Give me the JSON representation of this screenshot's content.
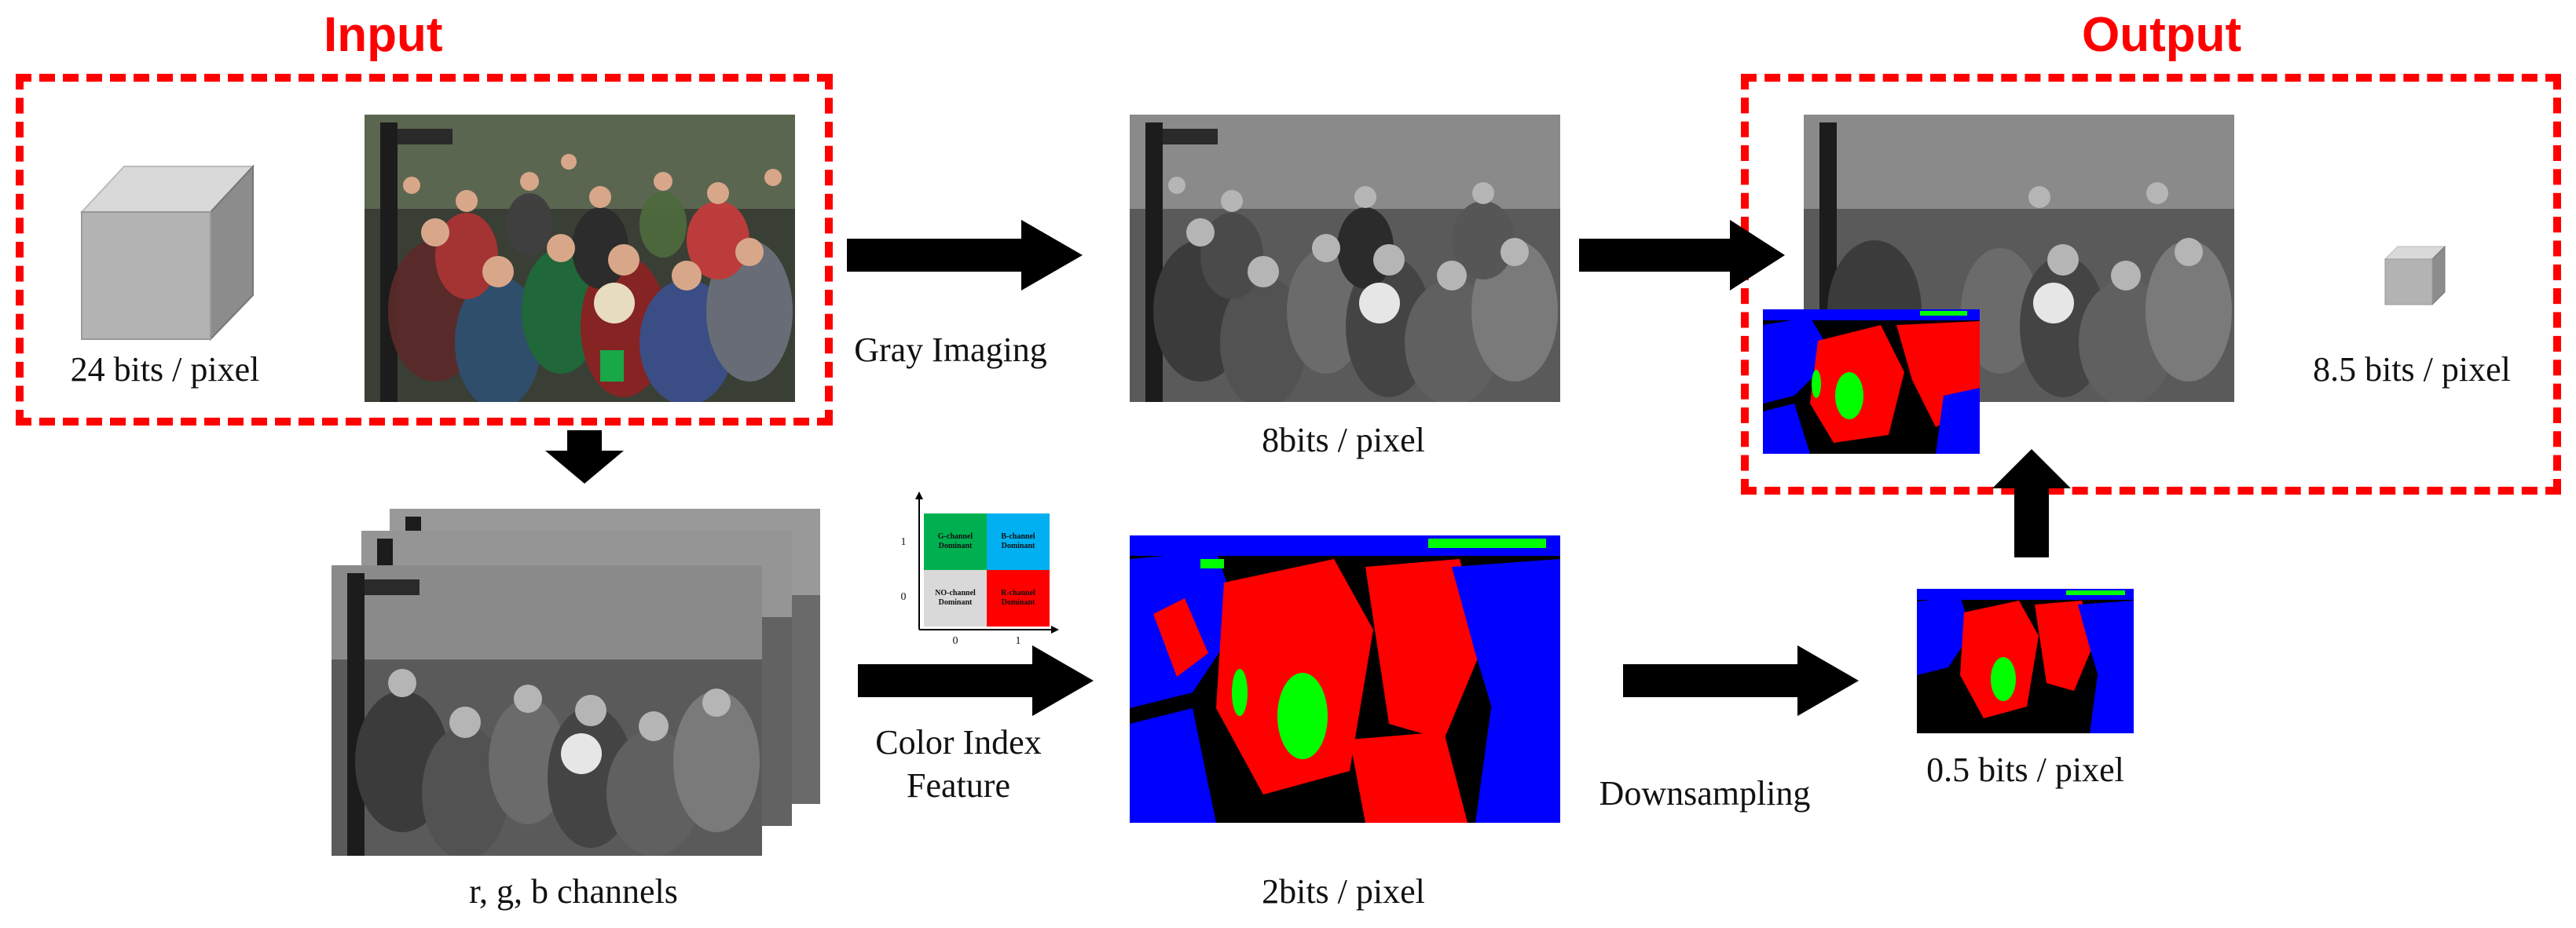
{
  "input_label": "Input",
  "output_label": "Output",
  "cube_in_caption": "24 bits / pixel",
  "cube_out_caption": "8.5 bits / pixel",
  "step_gray": "Gray Imaging",
  "gray_caption": "8bits / pixel",
  "channels_caption": "r, g, b channels",
  "step_color_index_line1": "Color Index",
  "step_color_index_line2": "Feature",
  "index_caption": "2bits / pixel",
  "step_downsample": "Downsampling",
  "down_caption": "0.5 bits / pixel",
  "quadrant_chart": {
    "cells": [
      {
        "label_line1": "G-channel",
        "label_line2": "Dominant",
        "color": "#00b050"
      },
      {
        "label_line1": "B-channel",
        "label_line2": "Dominant",
        "color": "#00b0f0"
      },
      {
        "label_line1": "NO-channel",
        "label_line2": "Dominant",
        "color": "#d9d9d9"
      },
      {
        "label_line1": "R-channel",
        "label_line2": "Dominant",
        "color": "#ff0000"
      }
    ],
    "y_ticks": [
      "1",
      "0"
    ],
    "x_ticks": [
      "0",
      "1"
    ]
  },
  "colors": {
    "accent": "#ff0000",
    "arrow": "#000000",
    "index_red": "#ff0000",
    "index_green": "#00ff00",
    "index_blue": "#0000ff"
  }
}
